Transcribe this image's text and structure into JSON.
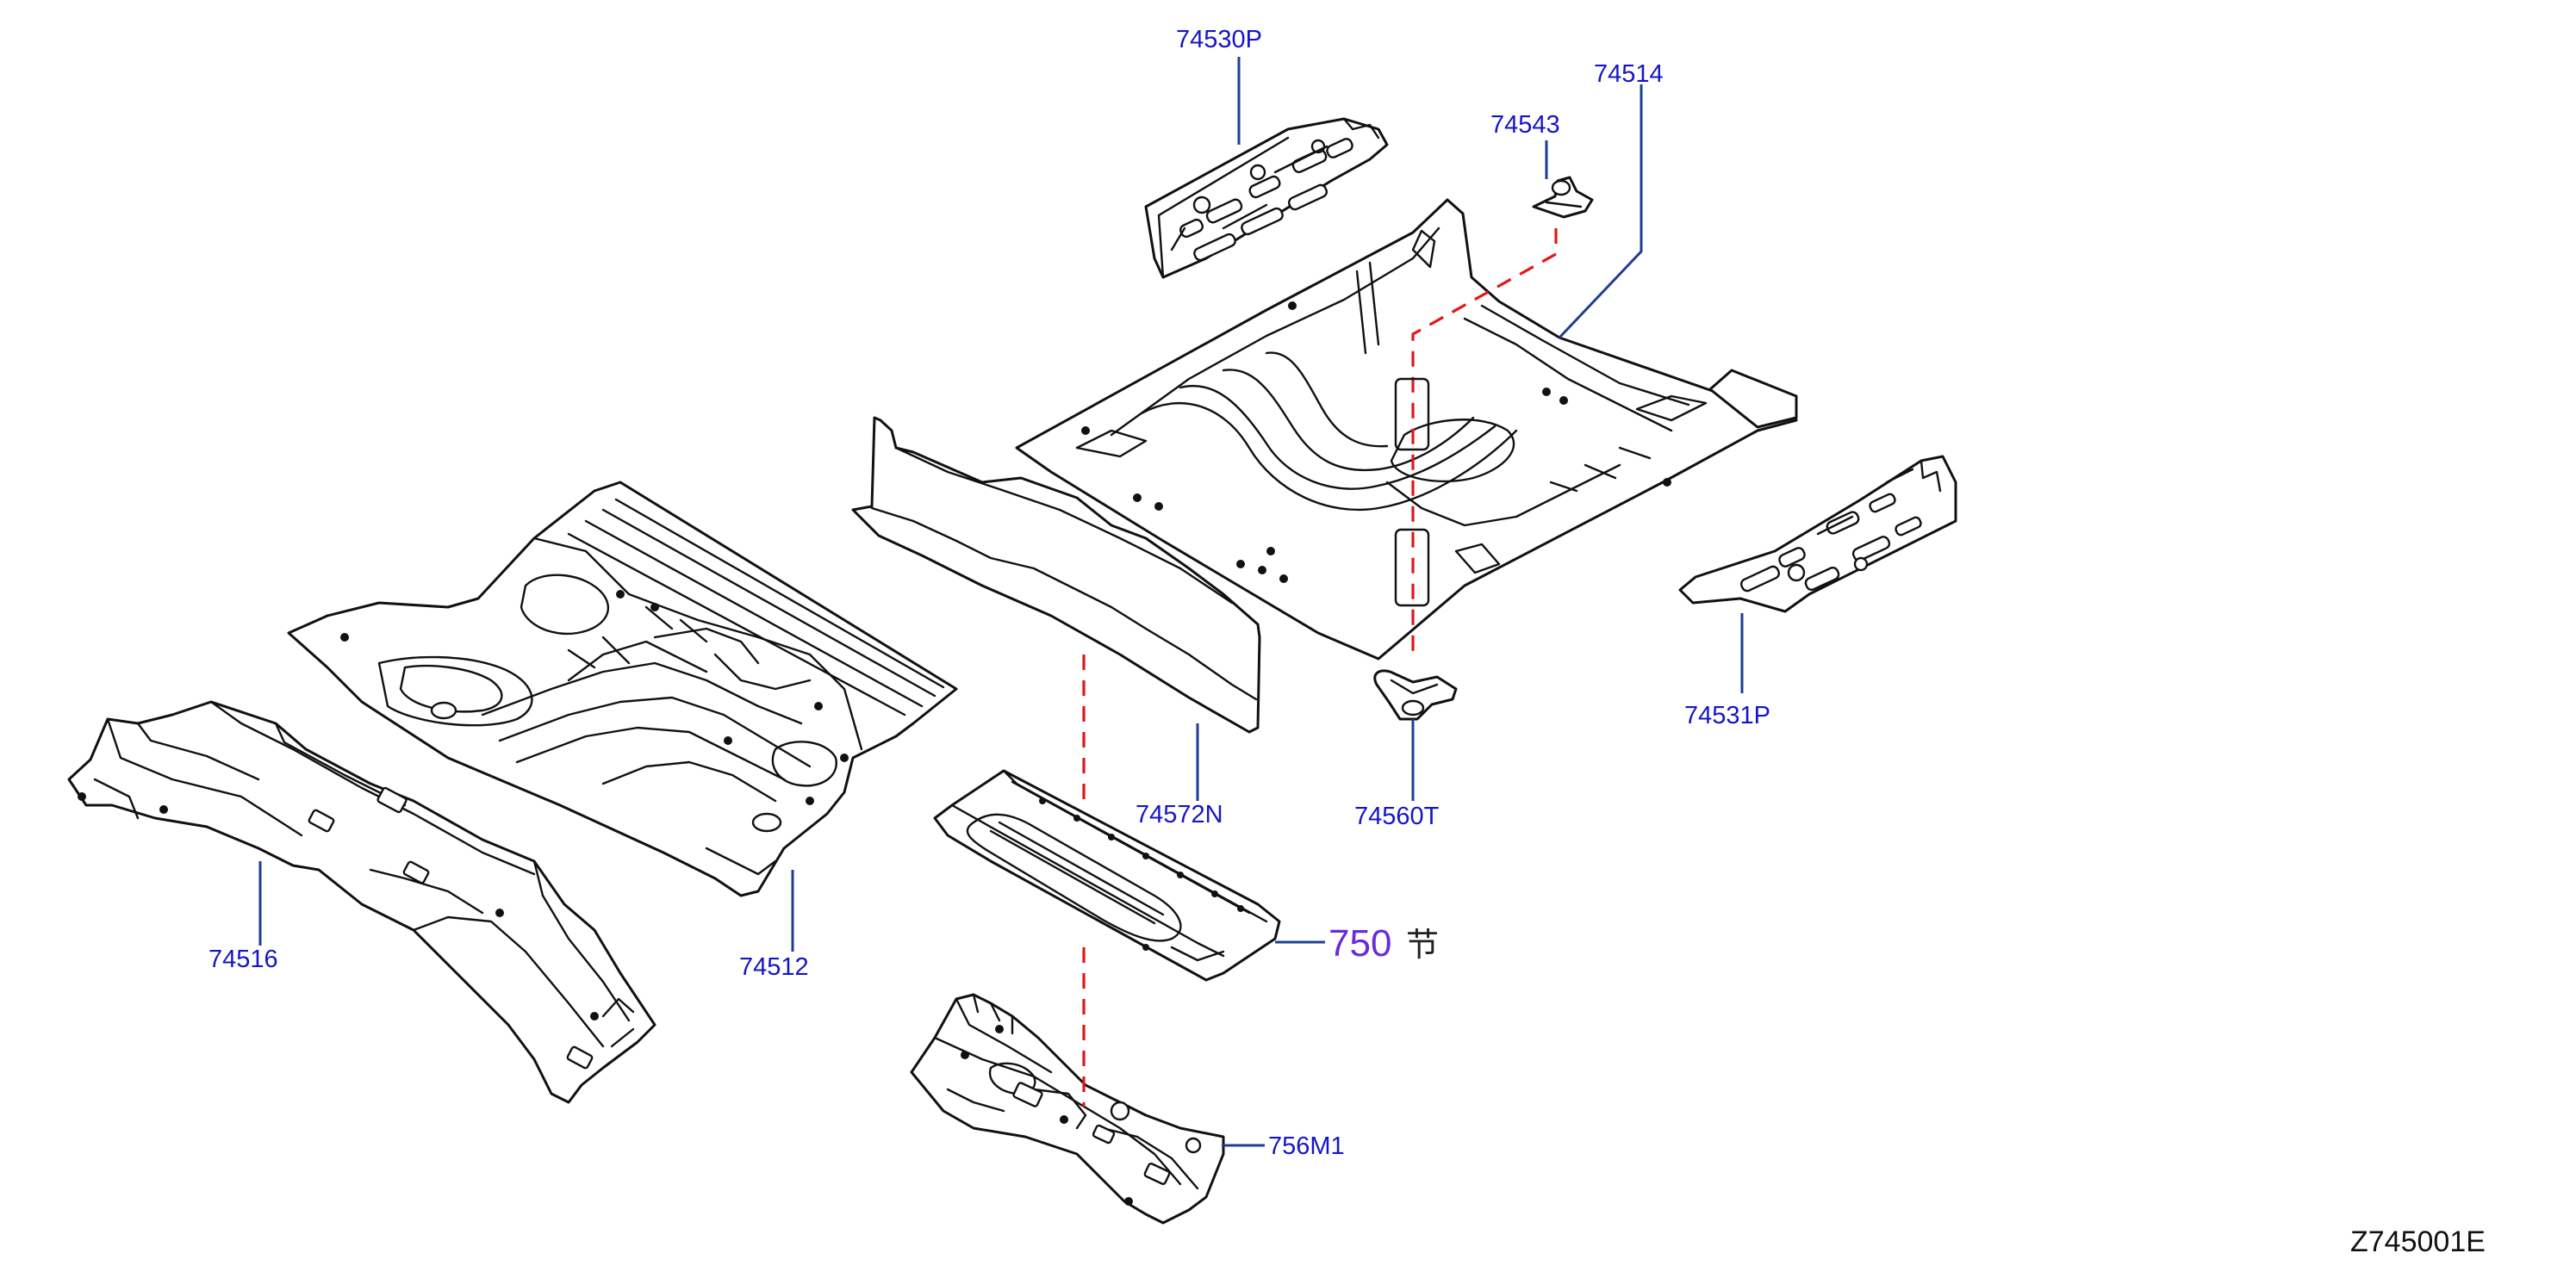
{
  "diagram": {
    "drawing_code": "Z745001E",
    "parts": [
      {
        "id": "74530P",
        "label": "74530P"
      },
      {
        "id": "74514",
        "label": "74514"
      },
      {
        "id": "74543",
        "label": "74543"
      },
      {
        "id": "74531P",
        "label": "74531P"
      },
      {
        "id": "74560T",
        "label": "74560T"
      },
      {
        "id": "74572N",
        "label": "74572N"
      },
      {
        "id": "74512",
        "label": "74512"
      },
      {
        "id": "74516",
        "label": "74516"
      },
      {
        "id": "750",
        "label": "750",
        "suffix": "节"
      },
      {
        "id": "756M1",
        "label": "756M1"
      }
    ],
    "colors": {
      "label": "#1515c8",
      "highlight_label": "#6a2bd9",
      "leader": "#1c3f94",
      "guide_dashed": "#e01818",
      "outline": "#111111"
    }
  }
}
